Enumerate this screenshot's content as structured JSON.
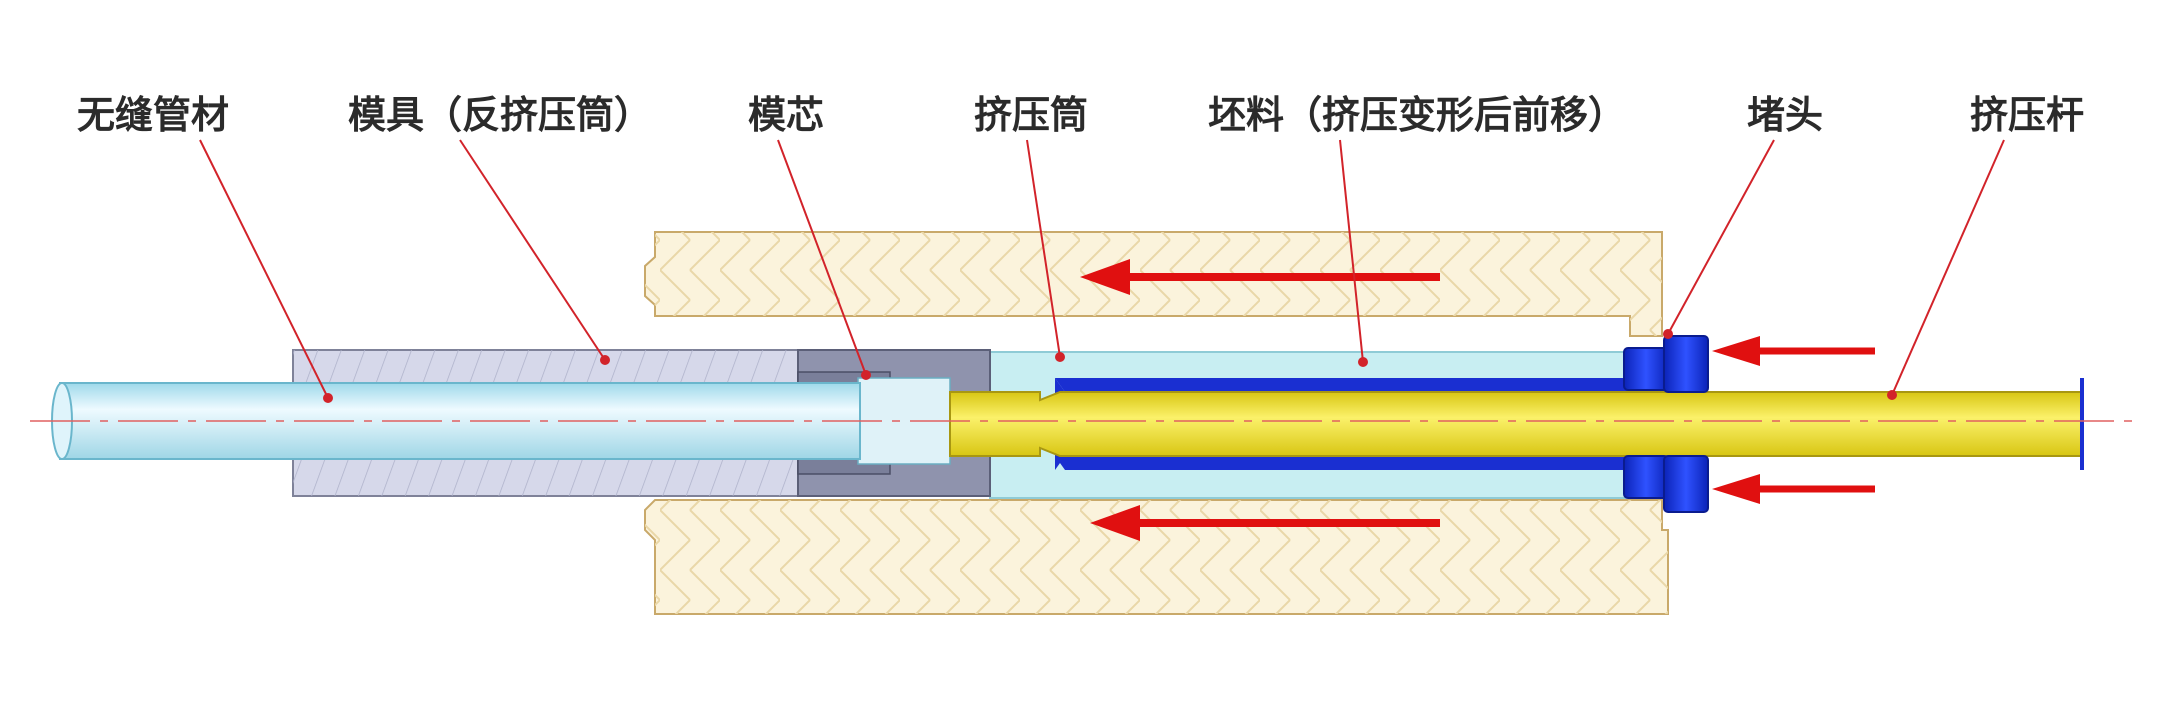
{
  "labels": {
    "seamless_tube": "无缝管材",
    "die": "模具（反挤压筒）",
    "die_core": "模芯",
    "container": "挤压筒",
    "billet": "坯料（挤压变形后前移）",
    "plug": "堵头",
    "ram": "挤压杆"
  },
  "icons": {
    "flow_arrow": "arrow-left-icon"
  },
  "colors": {
    "container_wall": "#fbf3dc",
    "container_outline": "#c9a96a",
    "die": "#c9cbe0",
    "die_core": "#7a7f9a",
    "tube": "#c7ecf5",
    "billet": "#c8eef2",
    "billet_outline": "#1a2fd1",
    "ram": "#f1e22e",
    "plug": "#1330d8",
    "arrow": "#e01010",
    "leader": "#d2232a"
  }
}
